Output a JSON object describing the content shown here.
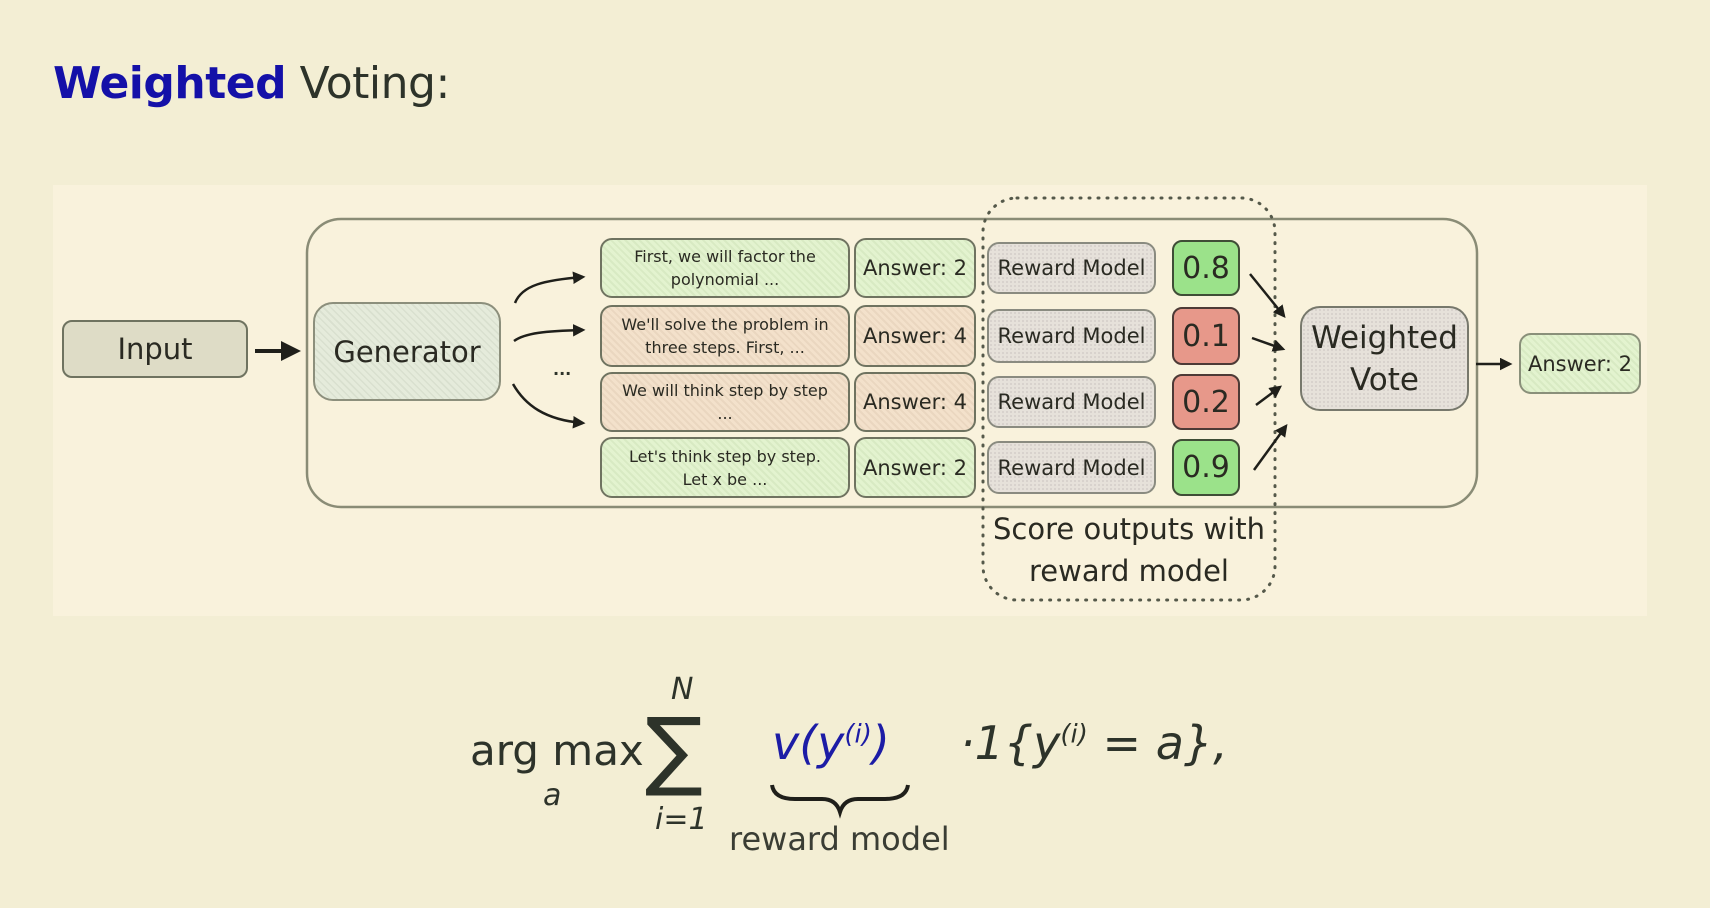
{
  "title": {
    "accent": "Weighted",
    "rest": " Voting:"
  },
  "diagram": {
    "input_label": "Input",
    "generator_label": "Generator",
    "ellipsis": "...",
    "samples": [
      {
        "reasoning": "First, we will factor the polynomial ...",
        "answer": "Answer: 2",
        "status": "correct",
        "reward_label": "Reward Model",
        "score": "0.8"
      },
      {
        "reasoning": "We'll solve the problem in three steps. First, ...",
        "answer": "Answer: 4",
        "status": "incorrect",
        "reward_label": "Reward Model",
        "score": "0.1"
      },
      {
        "reasoning": "We will think step by step ...",
        "answer": "Answer: 4",
        "status": "incorrect",
        "reward_label": "Reward Model",
        "score": "0.2"
      },
      {
        "reasoning": "Let's think step by step. Let x be ...",
        "answer": "Answer: 2",
        "status": "correct",
        "reward_label": "Reward Model",
        "score": "0.9"
      }
    ],
    "weighted_vote_label": "Weighted Vote",
    "final_answer": "Answer: 2",
    "score_caption": "Score outputs with reward model"
  },
  "formula": {
    "argmax": "arg max",
    "argmax_sub": "a",
    "sum_symbol": "∑",
    "sum_upper": "N",
    "sum_lower": "i=1",
    "reward_term_base": "v(y",
    "reward_term_sup": "(i)",
    "reward_term_close": ")",
    "brace_label": "reward model",
    "indicator_prefix": "·1{y",
    "indicator_sup": "(i)",
    "indicator_suffix": " = a},"
  },
  "colors": {
    "accent": "#1410A8",
    "correct_fill": "#E3F3CF",
    "incorrect_fill": "#F3E1CB",
    "score_high": "#9BE28A",
    "score_low": "#E7988A"
  }
}
